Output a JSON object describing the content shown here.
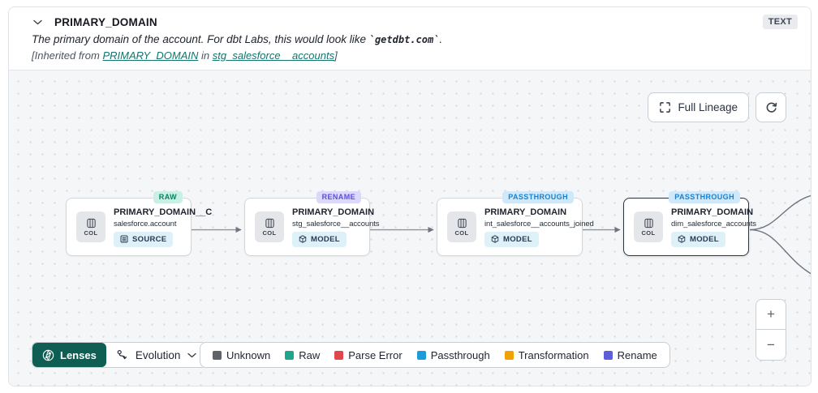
{
  "header": {
    "title": "PRIMARY_DOMAIN",
    "type_badge": "TEXT",
    "description_prefix": "The primary domain of the account. For dbt Labs, this would look like ",
    "description_code": "`getdbt.com`",
    "description_suffix": ".",
    "inherited_prefix": "[Inherited from ",
    "inherited_link_column": "PRIMARY_DOMAIN",
    "inherited_mid": " in ",
    "inherited_link_model": "stg_salesforce__accounts",
    "inherited_suffix": "]"
  },
  "canvas": {
    "toolbar": {
      "full_lineage": "Full Lineage"
    },
    "nodes": [
      {
        "lens_badge": "RAW",
        "col_label": "COL",
        "title": "PRIMARY_DOMAIN__C",
        "subtitle": "salesforce.account",
        "resource_type": "SOURCE"
      },
      {
        "lens_badge": "RENAME",
        "col_label": "COL",
        "title": "PRIMARY_DOMAIN",
        "subtitle": "stg_salesforce__accounts",
        "resource_type": "MODEL"
      },
      {
        "lens_badge": "PASSTHROUGH",
        "col_label": "COL",
        "title": "PRIMARY_DOMAIN",
        "subtitle": "int_salesforce__accounts_joined",
        "resource_type": "MODEL"
      },
      {
        "lens_badge": "PASSTHROUGH",
        "col_label": "COL",
        "title": "PRIMARY_DOMAIN",
        "subtitle": "dim_salesforce_accounts",
        "resource_type": "MODEL"
      }
    ],
    "lenses": {
      "button": "Lenses",
      "selected": "Evolution"
    },
    "legend": [
      {
        "label": "Unknown",
        "color": "#5f6368"
      },
      {
        "label": "Raw",
        "color": "#1fa58b"
      },
      {
        "label": "Parse Error",
        "color": "#e0474d"
      },
      {
        "label": "Passthrough",
        "color": "#1d9bd8"
      },
      {
        "label": "Transformation",
        "color": "#f0a202"
      },
      {
        "label": "Rename",
        "color": "#5d5fd8"
      }
    ],
    "zoom": {
      "zoom_in": "+",
      "zoom_out": "−"
    }
  },
  "colors": {
    "lenses_button_bg": "#0e5e54",
    "link": "#0f766e",
    "badge_raw_bg": "#c8f1e3",
    "badge_raw_text": "#0d7d62",
    "badge_rename_bg": "#dcd8fb",
    "badge_rename_text": "#5a50d8",
    "badge_passthrough_bg": "#cfe9fb",
    "badge_passthrough_text": "#1c7fc9",
    "canvas_bg": "#f5f6f8",
    "edge": "#8d929b"
  }
}
